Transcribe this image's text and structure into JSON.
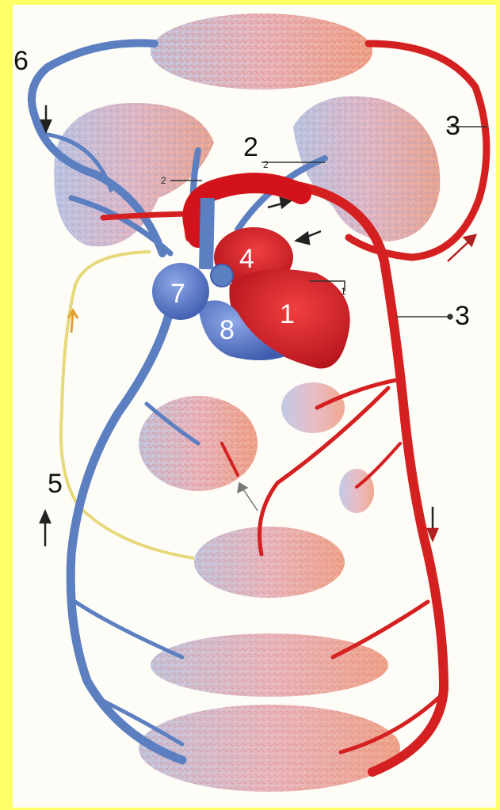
{
  "colors": {
    "frame": "#ffff66",
    "background": "#fdfcf7",
    "artery": "#d42020",
    "vein": "#5b7fc0",
    "lymph": "#e8d87a",
    "heart_red": "#d3131b",
    "heart_blue": "#4f6fc4"
  },
  "labels": {
    "six": "6",
    "two": "2",
    "two_small": "2",
    "two_small_left": "2",
    "three_top": "3",
    "three_mid": "3",
    "five": "5",
    "one_small": "1"
  },
  "heart_labels": {
    "chamber_1": "1",
    "chamber_4": "4",
    "chamber_7": "7",
    "chamber_8": "8"
  }
}
